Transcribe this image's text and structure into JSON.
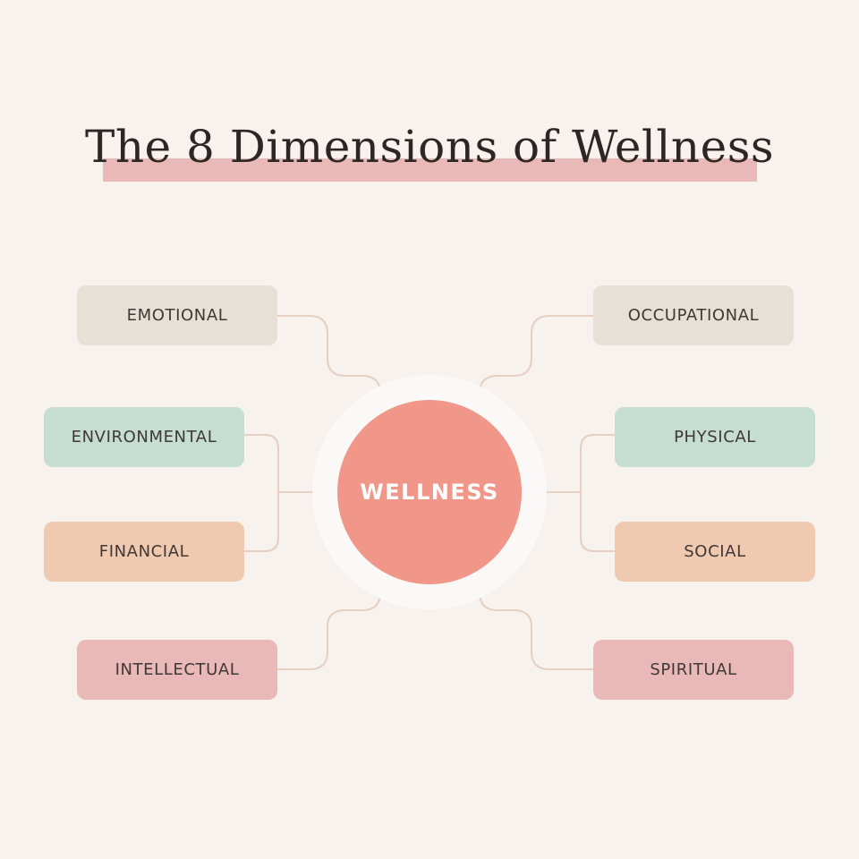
{
  "title": "The 8 Dimensions of Wellness",
  "center": {
    "label": "WELLNESS"
  },
  "dimensions": [
    {
      "key": "emotional",
      "label": "EMOTIONAL",
      "side": "left"
    },
    {
      "key": "environmental",
      "label": "ENVIRONMENTAL",
      "side": "left"
    },
    {
      "key": "financial",
      "label": "FINANCIAL",
      "side": "left"
    },
    {
      "key": "intellectual",
      "label": "INTELLECTUAL",
      "side": "left"
    },
    {
      "key": "occupational",
      "label": "OCCUPATIONAL",
      "side": "right"
    },
    {
      "key": "physical",
      "label": "PHYSICAL",
      "side": "right"
    },
    {
      "key": "social",
      "label": "SOCIAL",
      "side": "right"
    },
    {
      "key": "spiritual",
      "label": "SPIRITUAL",
      "side": "right"
    }
  ],
  "colors": {
    "background": "#f7f2ee",
    "title_highlight": "#e8b9b6",
    "title_text": "#2e2624",
    "center_circle": "#f09789",
    "center_halo": "#fbf9f7",
    "connector": "#e6cfc0",
    "node_text": "#3f3836",
    "emotional": "#e7e0d6",
    "environmental": "#c6ddd2",
    "financial": "#f0cab0",
    "intellectual": "#e8b9b6",
    "occupational": "#e7e0d6",
    "physical": "#c6ddd2",
    "social": "#f0cab0",
    "spiritual": "#e8b9b6"
  }
}
